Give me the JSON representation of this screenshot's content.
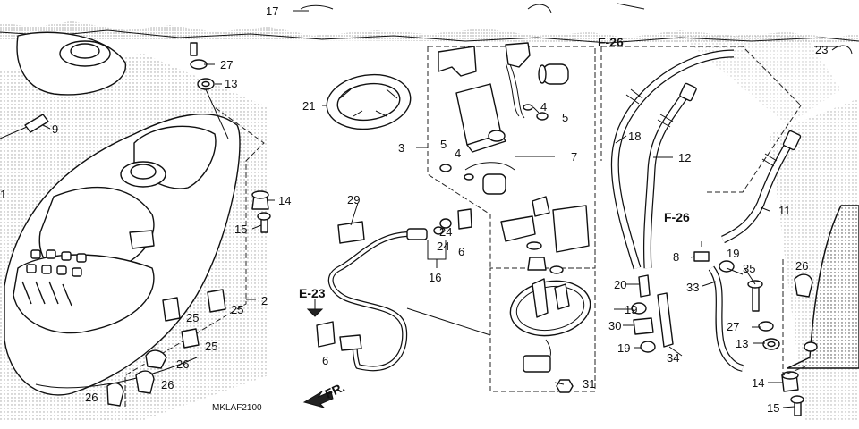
{
  "diagram": {
    "code": "MKLAF2100",
    "direction_label": "FR.",
    "refs": {
      "e23": "E-23",
      "f26_top": "F-26",
      "f26_mid": "F-26"
    },
    "callouts": {
      "c1": "1",
      "c2": "2",
      "c3": "3",
      "c4a": "4",
      "c4b": "4",
      "c5a": "5",
      "c5b": "5",
      "c6a": "6",
      "c6b": "6",
      "c7": "7",
      "c8": "8",
      "c9": "9",
      "c11": "11",
      "c12": "12",
      "c13a": "13",
      "c13b": "13",
      "c14a": "14",
      "c14b": "14",
      "c15a": "15",
      "c15b": "15",
      "c16": "16",
      "c17": "17",
      "c18": "18",
      "c19a": "19",
      "c19b": "19",
      "c19c": "19",
      "c20": "20",
      "c21": "21",
      "c23": "23",
      "c24a": "24",
      "c24b": "24",
      "c25a": "25",
      "c25b": "25",
      "c25c": "25",
      "c26a": "26",
      "c26b": "26",
      "c26c": "26",
      "c26d": "26",
      "c27a": "27",
      "c27b": "27",
      "c29": "29",
      "c30": "30",
      "c31": "31",
      "c33": "33",
      "c34": "34",
      "c35": "35"
    }
  }
}
